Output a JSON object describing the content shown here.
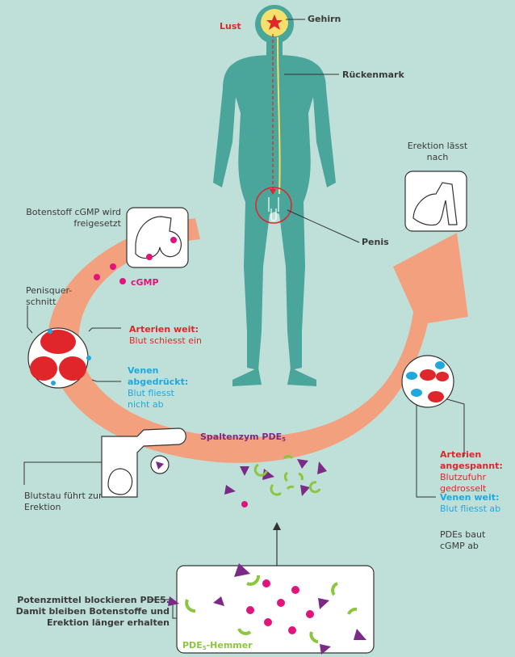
{
  "labels": {
    "lust": "Lust",
    "gehirn": "Gehirn",
    "rueckenmark": "Rückenmark",
    "penis": "Penis",
    "erektion_laesst_nach": "Erektion lässt nach",
    "botenstoff": "Botenstoff cGMP wird freigesetzt",
    "cgmp": "cGMP",
    "penisquerschnitt": "Penisquer-\nschnitt",
    "arterien_weit_title": "Arterien weit:",
    "arterien_weit_text": "Blut schiesst ein",
    "venen_abgedrueckt_title": "Venen abgedrückt:",
    "venen_abgedrueckt_text": "Blut fliesst nicht ab",
    "spaltenzym": "Spaltenzym PDE",
    "spaltenzym_sub": "5",
    "blutstau": "Blutstau  führt zur Erektion",
    "arterien_angespannt_title": "Arterien angespannt:",
    "arterien_angespannt_text": "Blutzufuhr gedrosselt",
    "venen_weit_title": "Venen weit:",
    "venen_weit_text": "Blut fliesst ab",
    "pdes_baut": "PDEs baut cGMP ab",
    "potenzmittel": "Potenzmittel blockieren PDE5. Damit bleiben Botenstoffe und Erektion länger erhalten",
    "hemmer": "PDE",
    "hemmer_sub": "5",
    "hemmer_suffix": "-Hemmer"
  },
  "colors": {
    "background": "#bfe0d8",
    "body": "#4aa59b",
    "arrow": "#f3a07f",
    "red": "#e0262b",
    "blue": "#1fa8df",
    "magenta": "#e0147a",
    "purple": "#7b2a86",
    "green": "#8cc63f",
    "brain": "#f4e06a"
  }
}
